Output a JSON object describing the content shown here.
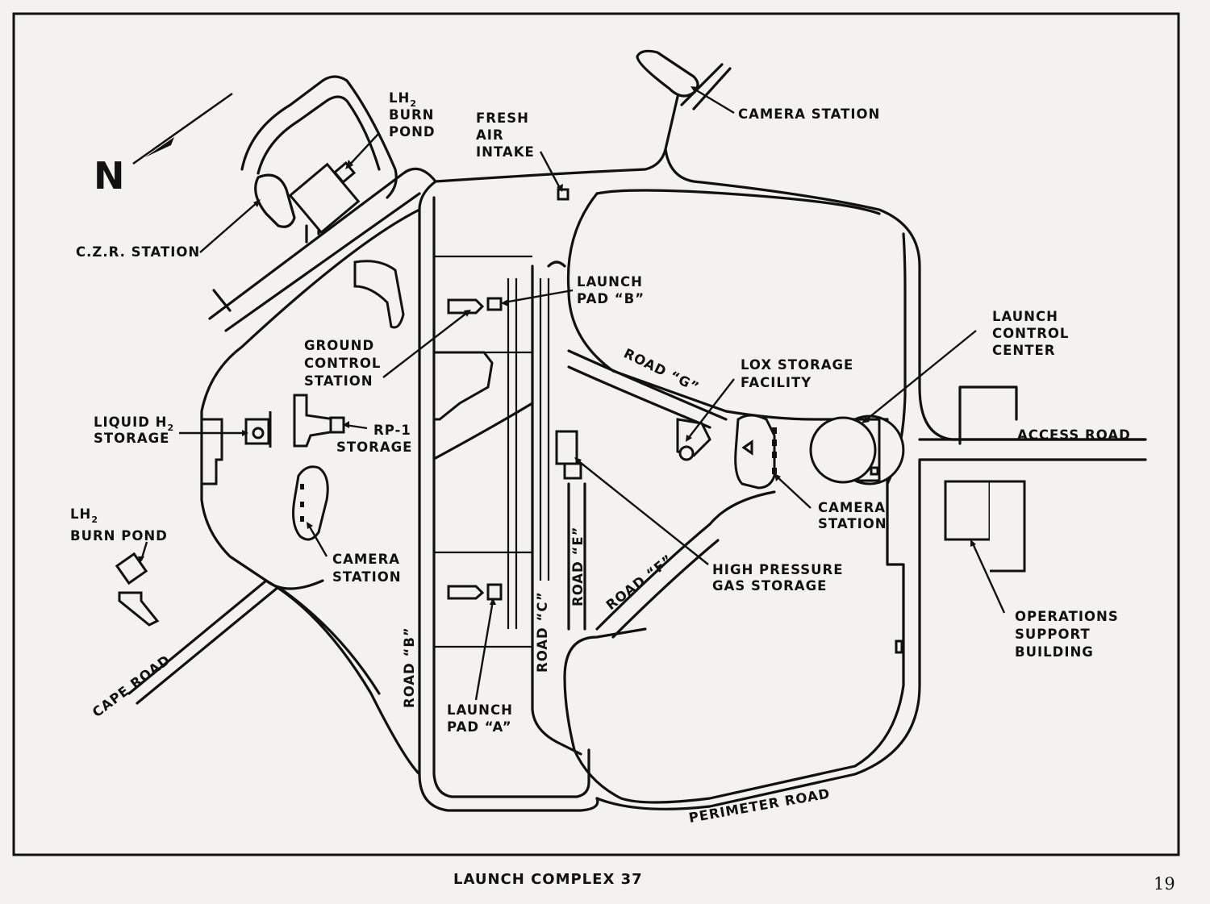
{
  "caption": "LAUNCH COMPLEX 37",
  "page_number": "19",
  "north": "N",
  "labels": {
    "lh2_burn_pond_top_1": "LH",
    "lh2_burn_pond_top_sub": "2",
    "lh2_burn_pond_top_2": "BURN",
    "lh2_burn_pond_top_3": "POND",
    "fresh_air_1": "FRESH",
    "fresh_air_2": "AIR",
    "fresh_air_3": "INTAKE",
    "camera_station_top": "CAMERA STATION",
    "czr_station": "C.Z.R. STATION",
    "launch_pad_b_1": "LAUNCH",
    "launch_pad_b_2": "PAD “B”",
    "ground_control_1": "GROUND",
    "ground_control_2": "CONTROL",
    "ground_control_3": "STATION",
    "launch_control_1": "LAUNCH",
    "launch_control_2": "CONTROL",
    "launch_control_3": "CENTER",
    "road_g": "ROAD “G”",
    "lox_1": "LOX STORAGE",
    "lox_2": "FACILITY",
    "liquid_h2_1": "LIQUID H",
    "liquid_h2_sub": "2",
    "liquid_h2_2": "STORAGE",
    "rp1_1": "RP-1",
    "rp1_2": "STORAGE",
    "access_road": "ACCESS ROAD",
    "camera_station_right_1": "CAMERA",
    "camera_station_right_2": "STATION",
    "lh2_burn_pond_left_1": "LH",
    "lh2_burn_pond_left_sub": "2",
    "lh2_burn_pond_left_2": "BURN POND",
    "camera_station_left_1": "CAMERA",
    "camera_station_left_2": "STATION",
    "high_pressure_1": "HIGH PRESSURE",
    "high_pressure_2": "GAS STORAGE",
    "road_e": "ROAD “E”",
    "road_f": "ROAD “F”",
    "operations_1": "OPERATIONS",
    "operations_2": "SUPPORT",
    "operations_3": "BUILDING",
    "road_c": "ROAD “C”",
    "road_b": "ROAD “B”",
    "launch_pad_a_1": "LAUNCH",
    "launch_pad_a_2": "PAD “A”",
    "cape_road": "CAPE ROAD",
    "perimeter_road": "PERIMETER ROAD"
  }
}
